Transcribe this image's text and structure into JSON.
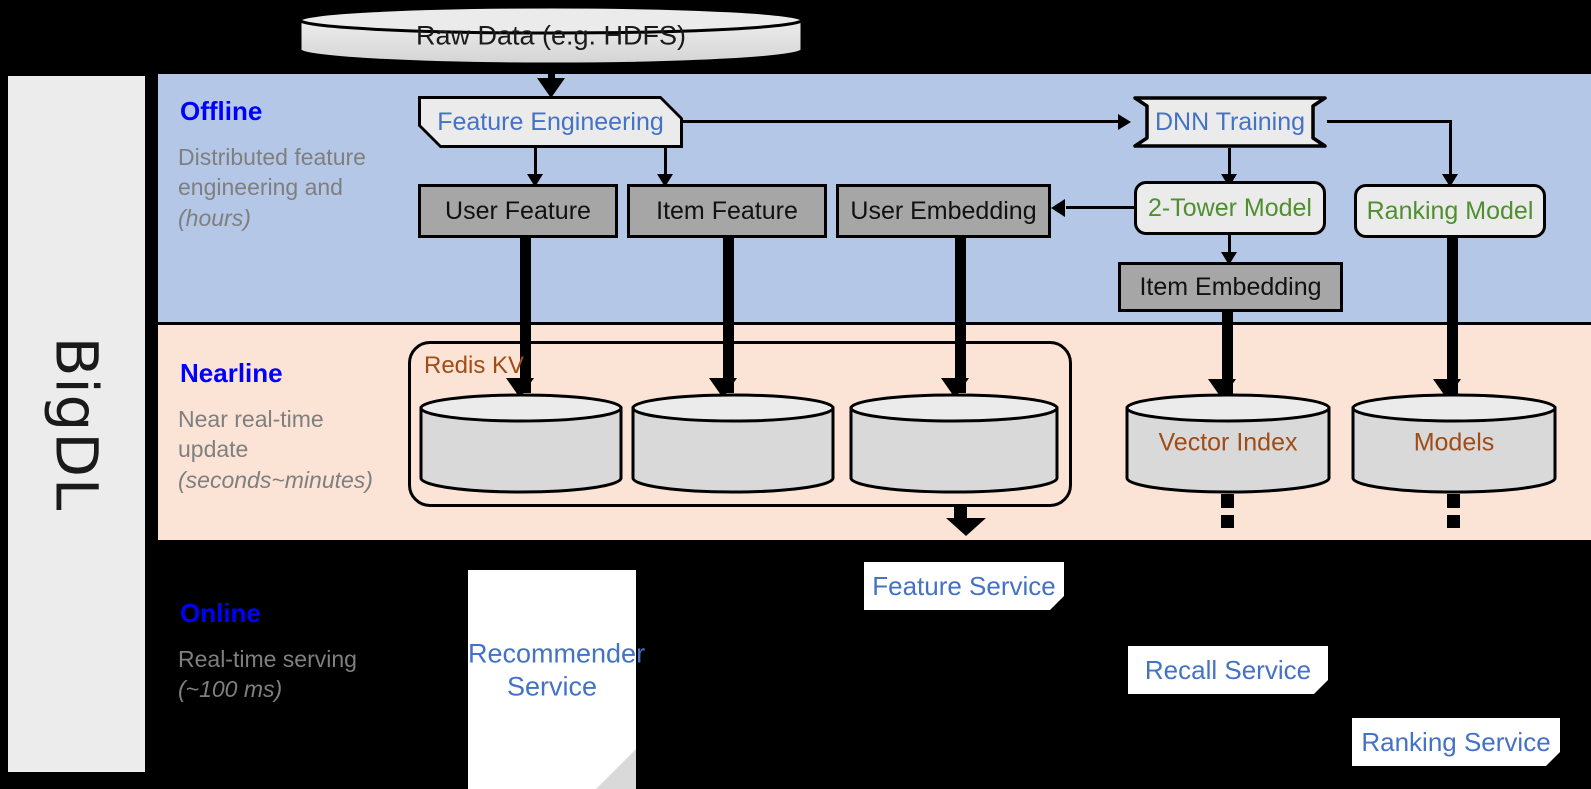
{
  "sidebar": {
    "label": "BigDL"
  },
  "source": {
    "label": "Raw Data (e.g. HDFS)"
  },
  "bands": [
    {
      "title": "Offline",
      "subtitle": "Distributed feature engineering and ",
      "subtitle_italic": "(hours)"
    },
    {
      "title": "Nearline",
      "subtitle": "Near real-time update ",
      "subtitle_italic": "(seconds~minutes)"
    },
    {
      "title": "Online",
      "subtitle": "Real-time serving ",
      "subtitle_italic": "(~100 ms)"
    }
  ],
  "offline": {
    "feature_engineering": "Feature Engineering",
    "dnn_training": "DNN Training",
    "user_feature": "User Feature",
    "item_feature": "Item Feature",
    "user_embedding": "User Embedding",
    "two_tower_model": "2-Tower Model",
    "ranking_model": "Ranking Model",
    "item_embedding": "Item Embedding"
  },
  "nearline": {
    "redis_kv": "Redis KV",
    "store_user_feature": "",
    "store_item_feature": "",
    "store_user_embedding": "",
    "vector_index": "Vector Index",
    "models": "Models"
  },
  "online": {
    "recommender_service": "Recommender Service",
    "recommender_service_line1": "Recommender",
    "recommender_service_line2": "Service",
    "feature_service": "Feature Service",
    "recall_service": "Recall Service",
    "ranking_service": "Ranking Service"
  },
  "colors": {
    "offline_band": "#b4c7e7",
    "nearline_band": "#fbe4d5",
    "online_band": "#000000",
    "grey_box": "#a6a6a6",
    "light_box": "#ebebeb",
    "blue_text": "#4472c4",
    "green_text": "#4f8f2f",
    "brown_text": "#a04c16",
    "band_title": "#0000ff",
    "band_subtitle": "#7f7f7f",
    "sidebar": "#ececec"
  },
  "icons": {
    "cylinder": "database-cylinder-icon",
    "document": "document-page-icon",
    "arrow_down": "arrow-down-icon",
    "arrow_left": "arrow-left-icon"
  }
}
